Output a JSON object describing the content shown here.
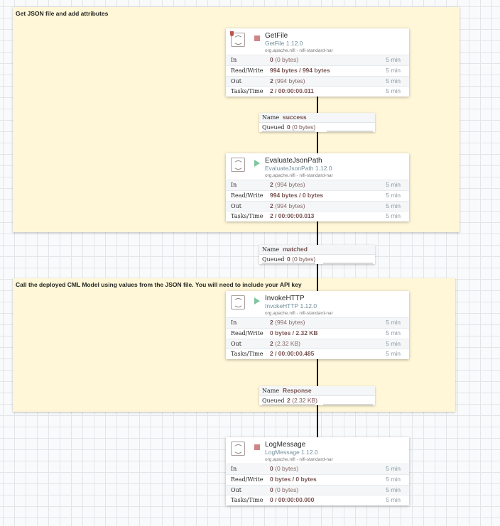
{
  "labels": [
    {
      "text": "Get JSON file and add attributes"
    },
    {
      "text": "Call the deployed CML Model using values from the JSON file.  You will need to include your API key"
    }
  ],
  "processors": [
    {
      "name": "GetFile",
      "type": "GetFile 1.12.0",
      "bundle": "org.apache.nifi - nifi-standard-nar",
      "state": "stopped",
      "has_bulletin": true,
      "stats": [
        {
          "label": "In",
          "count": "0",
          "detail": "(0 bytes)",
          "time": "5 min"
        },
        {
          "label": "Read/Write",
          "count": "994 bytes / 994 bytes",
          "detail": "",
          "time": "5 min"
        },
        {
          "label": "Out",
          "count": "2",
          "detail": "(994 bytes)",
          "time": "5 min"
        },
        {
          "label": "Tasks/Time",
          "count": "2 / 00:00:00.011",
          "detail": "",
          "time": "5 min"
        }
      ]
    },
    {
      "name": "EvaluateJsonPath",
      "type": "EvaluateJsonPath 1.12.0",
      "bundle": "org.apache.nifi - nifi-standard-nar",
      "state": "running",
      "stats": [
        {
          "label": "In",
          "count": "2",
          "detail": "(994 bytes)",
          "time": "5 min"
        },
        {
          "label": "Read/Write",
          "count": "994 bytes / 0 bytes",
          "detail": "",
          "time": "5 min"
        },
        {
          "label": "Out",
          "count": "2",
          "detail": "(994 bytes)",
          "time": "5 min"
        },
        {
          "label": "Tasks/Time",
          "count": "2 / 00:00:00.013",
          "detail": "",
          "time": "5 min"
        }
      ]
    },
    {
      "name": "InvokeHTTP",
      "type": "InvokeHTTP 1.12.0",
      "bundle": "org.apache.nifi - nifi-standard-nar",
      "state": "running",
      "stats": [
        {
          "label": "In",
          "count": "2",
          "detail": "(994 bytes)",
          "time": "5 min"
        },
        {
          "label": "Read/Write",
          "count": "0 bytes / 2.32 KB",
          "detail": "",
          "time": "5 min"
        },
        {
          "label": "Out",
          "count": "2",
          "detail": "(2.32 KB)",
          "time": "5 min"
        },
        {
          "label": "Tasks/Time",
          "count": "2 / 00:00:00.485",
          "detail": "",
          "time": "5 min"
        }
      ]
    },
    {
      "name": "LogMessage",
      "type": "LogMessage 1.12.0",
      "bundle": "org.apache.nifi - nifi-standard-nar",
      "state": "stopped",
      "stats": [
        {
          "label": "In",
          "count": "0",
          "detail": "(0 bytes)",
          "time": "5 min"
        },
        {
          "label": "Read/Write",
          "count": "0 bytes / 0 bytes",
          "detail": "",
          "time": "5 min"
        },
        {
          "label": "Out",
          "count": "0",
          "detail": "(0 bytes)",
          "time": "5 min"
        },
        {
          "label": "Tasks/Time",
          "count": "0 / 00:00:00.000",
          "detail": "",
          "time": "5 min"
        }
      ]
    }
  ],
  "connections": [
    {
      "name_key": "Name",
      "name": "success",
      "queued_key": "Queued",
      "queued_count": "0",
      "queued_detail": "(0 bytes)"
    },
    {
      "name_key": "Name",
      "name": "matched",
      "queued_key": "Queued",
      "queued_count": "0",
      "queued_detail": "(0 bytes)"
    },
    {
      "name_key": "Name",
      "name": "Response",
      "queued_key": "Queued",
      "queued_count": "2",
      "queued_detail": "(2.32 KB)"
    }
  ],
  "colors": {
    "label_bg": "#fff7d7",
    "stopped": "#d18686",
    "running": "#7dc7a0",
    "value": "#775351",
    "type": "#728e9b"
  }
}
